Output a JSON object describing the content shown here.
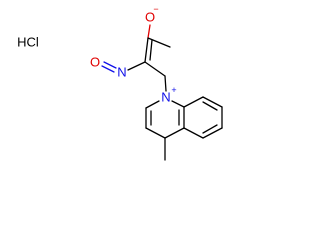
{
  "salt": {
    "label": "HCl",
    "color": "#000000"
  },
  "atoms": {
    "enolate_oxygen": {
      "symbol": "O",
      "charge": "−",
      "color": "#e00000"
    },
    "nitroso_oxygen": {
      "symbol": "O",
      "color": "#e00000"
    },
    "nitroso_nitrogen": {
      "symbol": "N",
      "color": "#1010e8"
    },
    "quinolinium_nitrogen": {
      "symbol": "N",
      "charge": "+",
      "color": "#1010e8"
    }
  }
}
